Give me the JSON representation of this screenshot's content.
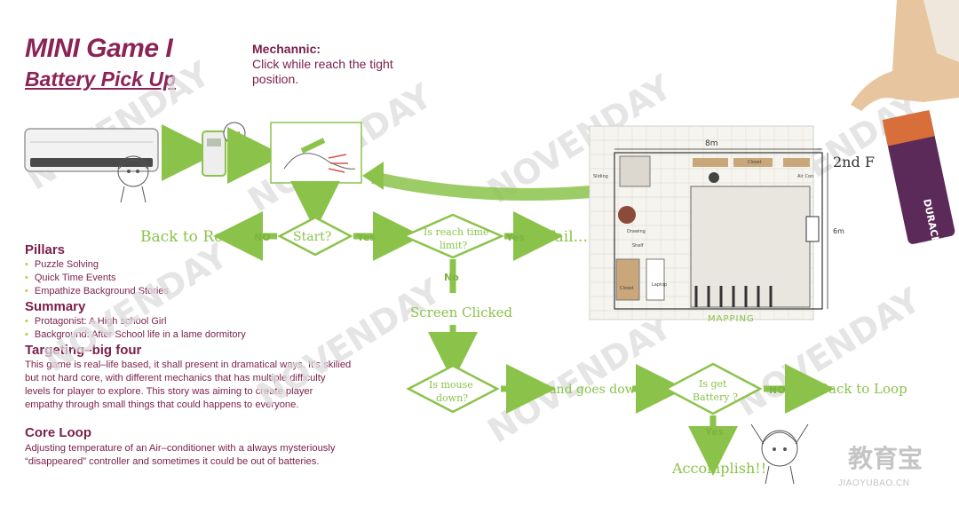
{
  "title": {
    "main": "MINI Game I",
    "sub": "Battery Pick Up"
  },
  "mechanic": {
    "heading": "Mechannic:",
    "text": "Click while reach the tight position."
  },
  "pillars": {
    "heading": "Pillars",
    "items": [
      "Puzzle Solving",
      "Quick Time Events",
      "Empathize Background Stories"
    ]
  },
  "summary": {
    "heading": "Summary",
    "items": [
      "Protagonist: A High school Girl",
      "Background: After School life in a lame dormitory"
    ]
  },
  "targeting": {
    "heading": "Targeting–big four",
    "text": "This game is real–life based, it shall present in dramatical ways. It’s skilled but not hard core, with different mechanics that has multiple difficulty levels for player to explore. This story was aiming to create player empathy through small things that could happens to everyone."
  },
  "core_loop": {
    "heading": "Core Loop",
    "text": "Adjusting temperature of an Air–conditioner with a always mysteriously “disappeared” controller and sometimes it could be out of batteries."
  },
  "flow": {
    "back_to_room": "Back to Room",
    "no1": "NO",
    "start": "Start?",
    "yes1": "Yes",
    "reach_limit_1": "Is reach time",
    "reach_limit_2": "limit?",
    "yes2": "Yes",
    "fail": "Fail...",
    "no2": "No",
    "screen_clicked": "Screen Clicked",
    "mouse_down_1": "Is mouse",
    "mouse_down_2": "down?",
    "hand_goes_down": "Hand goes down",
    "get_battery_1": "Is get",
    "get_battery_2": "Battery ?",
    "no3": "NO",
    "back_to_loop": "Back to Loop",
    "yes3": "Yes",
    "accomplish": "Accomplish!!"
  },
  "map": {
    "width_label": "8m",
    "height_label": "6m",
    "floor_label": "2nd F",
    "caption": "MAPPING",
    "labels": [
      "Sliding",
      "Closet",
      "Drawing",
      "Shelf",
      "Air Con",
      "Closet",
      "Laptop"
    ]
  },
  "battery_label": "DURACELL",
  "watermark": "NOVENDAY",
  "logo": {
    "text": "教育宝",
    "url": "JIAOYUBAO.CN"
  },
  "colors": {
    "accent": "#8c2357",
    "flow_green": "#8bc34a",
    "text": "#7a1f4a"
  }
}
